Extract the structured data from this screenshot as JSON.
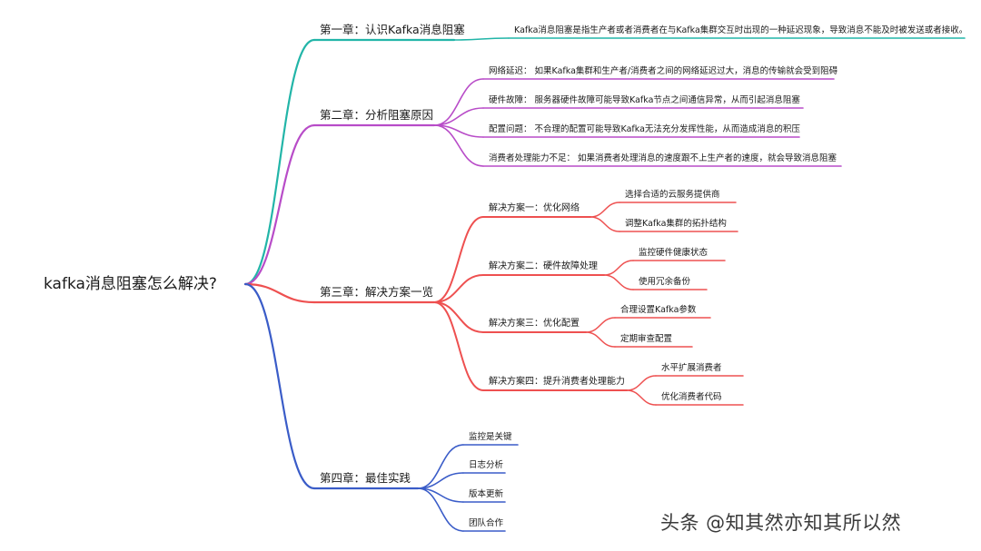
{
  "root": {
    "title": "kafka消息阻塞怎么解决?"
  },
  "colors": {
    "ch1": "#22b5a8",
    "ch2": "#b84cc8",
    "ch3": "#ee5050",
    "ch4": "#3a5cc8"
  },
  "chapters": [
    {
      "title": "第一章：认识Kafka消息阻塞",
      "children": [
        {
          "text": "Kafka消息阻塞是指生产者或者消费者在与Kafka集群交互时出现的一种延迟现象，导致消息不能及时被发送或者接收。"
        }
      ]
    },
    {
      "title": "第二章：分析阻塞原因",
      "children": [
        {
          "text": "网络延迟：  如果Kafka集群和生产者/消费者之间的网络延迟过大，消息的传输就会受到阻碍"
        },
        {
          "text": "硬件故障：  服务器硬件故障可能导致Kafka节点之间通信异常，从而引起消息阻塞"
        },
        {
          "text": "配置问题：  不合理的配置可能导致Kafka无法充分发挥性能，从而造成消息的积压"
        },
        {
          "text": "消费者处理能力不足：  如果消费者处理消息的速度跟不上生产者的速度，就会导致消息阻塞"
        }
      ]
    },
    {
      "title": "第三章：解决方案一览",
      "children": [
        {
          "text": "解决方案一：优化网络",
          "children": [
            {
              "text": "选择合适的云服务提供商"
            },
            {
              "text": "调整Kafka集群的拓扑结构"
            }
          ]
        },
        {
          "text": "解决方案二：硬件故障处理",
          "children": [
            {
              "text": "监控硬件健康状态"
            },
            {
              "text": "使用冗余备份"
            }
          ]
        },
        {
          "text": "解决方案三：优化配置",
          "children": [
            {
              "text": "合理设置Kafka参数"
            },
            {
              "text": "定期审查配置"
            }
          ]
        },
        {
          "text": "解决方案四：提升消费者处理能力",
          "children": [
            {
              "text": "水平扩展消费者"
            },
            {
              "text": "优化消费者代码"
            }
          ]
        }
      ]
    },
    {
      "title": "第四章：最佳实践",
      "children": [
        {
          "text": "监控是关键"
        },
        {
          "text": "日志分析"
        },
        {
          "text": "版本更新"
        },
        {
          "text": "团队合作"
        }
      ]
    }
  ],
  "watermark": "头条 @知其然亦知其所以然"
}
